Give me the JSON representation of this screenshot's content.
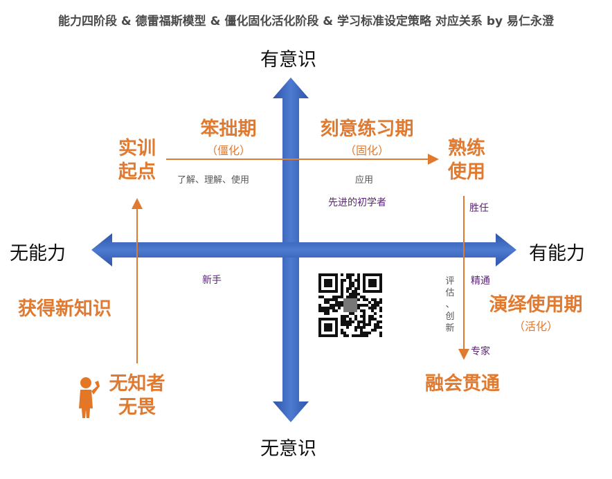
{
  "title": "能力四阶段 & 德雷福斯模型 & 僵化固化活化阶段 & 学习标准设定策略 对应关系 by 易仁永澄",
  "axes": {
    "top": "有意识",
    "bottom": "无意识",
    "left": "无能力",
    "right": "有能力"
  },
  "nodes": {
    "start_l1": "实训",
    "start_l2": "起点",
    "clumsy": "笨拙期",
    "clumsy_sub": "（僵化）",
    "deliberate": "刻意练习期",
    "deliberate_sub": "（固化）",
    "skilled_l1": "熟练",
    "skilled_l2": "使用",
    "acquire": "获得新知识",
    "ignorant_l1": "无知者",
    "ignorant_l2": "无畏",
    "deductive": "演绎使用期",
    "deductive_sub": "（活化）",
    "mastery": "融会贯通"
  },
  "notes": {
    "understand": "了解、理解、使用",
    "apply": "应用",
    "evaluate": "评\n估\n、\n创\n新"
  },
  "dreyfus": {
    "advanced_beginner": "先进的初学者",
    "novice": "新手",
    "competent": "胜任",
    "proficient": "精通",
    "expert": "专家"
  },
  "colors": {
    "axis_blue": "#3a62b8",
    "orange": "#e07a30",
    "purple": "#5b1f7a"
  }
}
